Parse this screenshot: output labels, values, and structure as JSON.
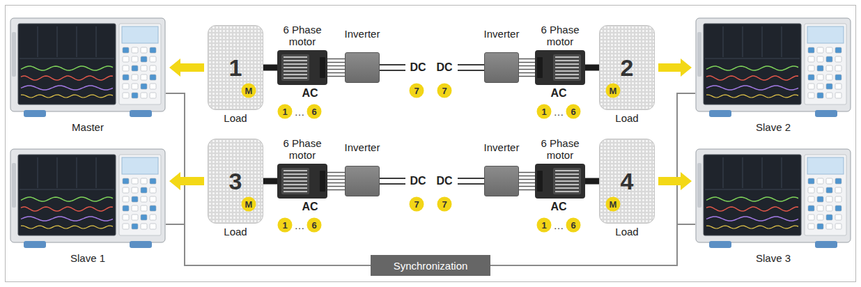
{
  "diagram": {
    "nodes": [
      {
        "text": [
          "Master"
        ]
      },
      {
        "text": [
          "1",
          "Load"
        ]
      },
      {
        "text": [
          "6 Phase motor"
        ]
      },
      {
        "text": [
          "Inverter"
        ]
      },
      {
        "text": [
          "Inverter"
        ]
      },
      {
        "text": [
          "6 Phase motor"
        ]
      },
      {
        "text": [
          "2",
          "Load"
        ]
      },
      {
        "text": [
          "Slave 2"
        ]
      },
      {
        "text": [
          "Slave 1"
        ]
      },
      {
        "text": [
          "3",
          "Load"
        ]
      },
      {
        "text": [
          "6 Phase motor"
        ]
      },
      {
        "text": [
          "Inverter"
        ]
      },
      {
        "text": [
          "Inverter"
        ]
      },
      {
        "text": [
          "6 Phase motor"
        ]
      },
      {
        "text": [
          "4",
          "Load"
        ]
      },
      {
        "text": [
          "Slave 3"
        ]
      },
      {
        "text": [
          "Synchronization"
        ]
      }
    ],
    "edges": [
      {
        "from": 1,
        "to": 0,
        "arrow": "to"
      },
      {
        "from": 1,
        "to": 2,
        "arrow": "none"
      },
      {
        "from": 2,
        "to": 3,
        "arrow": "none"
      },
      {
        "from": 4,
        "to": 5,
        "arrow": "none"
      },
      {
        "from": 5,
        "to": 6,
        "arrow": "none"
      },
      {
        "from": 6,
        "to": 7,
        "arrow": "to"
      },
      {
        "from": 9,
        "to": 8,
        "arrow": "to"
      },
      {
        "from": 9,
        "to": 10,
        "arrow": "none"
      },
      {
        "from": 10,
        "to": 11,
        "arrow": "none"
      },
      {
        "from": 12,
        "to": 13,
        "arrow": "none"
      },
      {
        "from": 13,
        "to": 14,
        "arrow": "none"
      },
      {
        "from": 14,
        "to": 15,
        "arrow": "to"
      },
      {
        "from": 0,
        "to": 16,
        "arrow": "none"
      },
      {
        "from": 8,
        "to": 16,
        "arrow": "none"
      },
      {
        "from": 7,
        "to": 16,
        "arrow": "none"
      },
      {
        "from": 15,
        "to": 16,
        "arrow": "none"
      }
    ],
    "labels": [
      "M",
      "AC",
      "1",
      "…",
      "6",
      "DC",
      "7",
      "DC",
      "7",
      "AC",
      "1",
      "…",
      "6",
      "M",
      "M",
      "AC",
      "1",
      "…",
      "6",
      "DC",
      "7",
      "DC",
      "7",
      "AC",
      "1",
      "…",
      "6",
      "M"
    ]
  }
}
